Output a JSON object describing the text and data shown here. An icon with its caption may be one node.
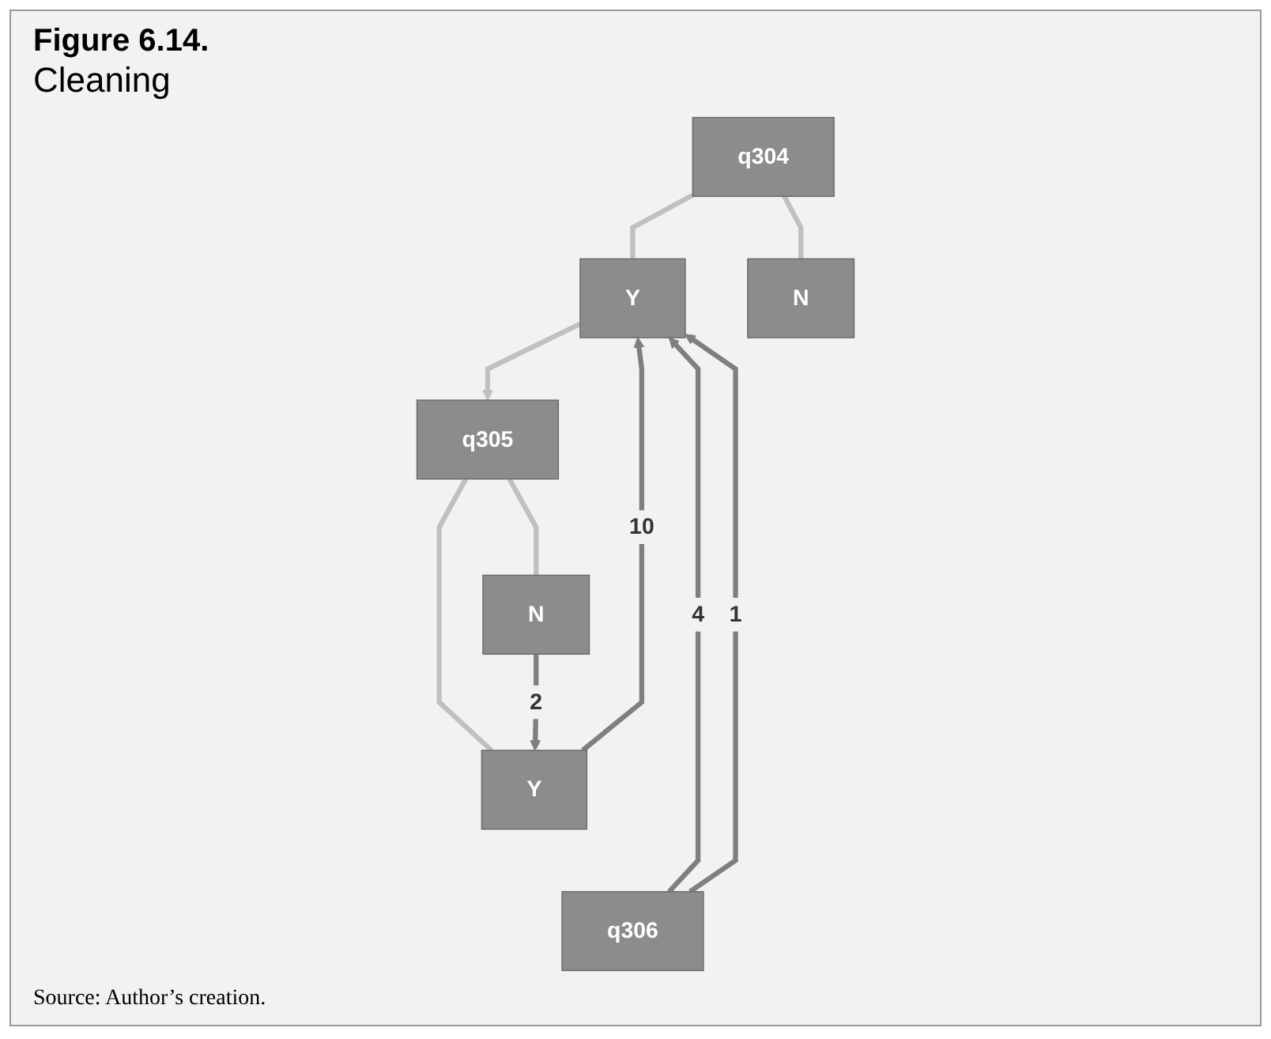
{
  "diagram": {
    "title": "Figure 6.14.",
    "caption": "Source: Author’s creation.",
    "labels": [
      "Cleaning"
    ],
    "nodes": [
      {
        "text": [
          "q304"
        ]
      },
      {
        "text": [
          "Y"
        ]
      },
      {
        "text": [
          "N"
        ]
      },
      {
        "text": [
          "q305"
        ]
      },
      {
        "text": [
          "Y"
        ]
      },
      {
        "text": [
          "N"
        ]
      },
      {
        "text": [
          "q306"
        ]
      }
    ],
    "edges": [
      {
        "from": 0,
        "to": 1,
        "arrow": "none"
      },
      {
        "from": 0,
        "to": 2,
        "arrow": "none"
      },
      {
        "from": 1,
        "to": 3,
        "arrow": "to"
      },
      {
        "from": 3,
        "to": 4,
        "arrow": "none"
      },
      {
        "from": 3,
        "to": 5,
        "arrow": "none"
      },
      {
        "from": 5,
        "to": 4,
        "arrow": "to",
        "label": "2",
        "color": "#7f7f7f"
      },
      {
        "from": 4,
        "to": 1,
        "arrow": "to",
        "label": "10",
        "color": "#7f7f7f"
      },
      {
        "from": 6,
        "to": 1,
        "arrow": "to",
        "label": "4",
        "color": "#7f7f7f"
      },
      {
        "from": 6,
        "to": 1,
        "arrow": "to",
        "label": "1",
        "color": "#7f7f7f"
      }
    ]
  }
}
